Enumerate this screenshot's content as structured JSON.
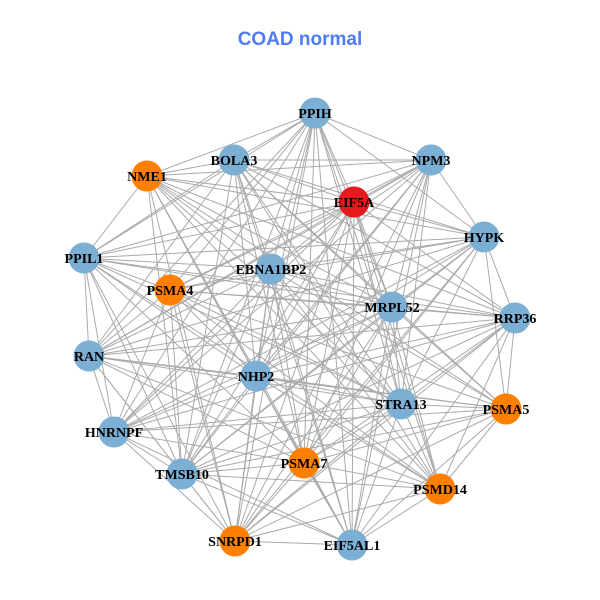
{
  "title": "COAD normal",
  "colors": {
    "normal": "#7BAFD4",
    "highlight": "#FF7F00",
    "hub": "#E41A1C",
    "edge": "#AAAAAA"
  },
  "nodes": [
    {
      "label": "PPIH",
      "group": "normal"
    },
    {
      "label": "BOLA3",
      "group": "normal"
    },
    {
      "label": "NPM3",
      "group": "normal"
    },
    {
      "label": "NME1",
      "group": "highlight"
    },
    {
      "label": "EIF5A",
      "group": "hub"
    },
    {
      "label": "HYPK",
      "group": "normal"
    },
    {
      "label": "PPIL1",
      "group": "normal"
    },
    {
      "label": "EBNA1BP2",
      "group": "normal"
    },
    {
      "label": "PSMA4",
      "group": "highlight"
    },
    {
      "label": "MRPL52",
      "group": "normal"
    },
    {
      "label": "RRP36",
      "group": "normal"
    },
    {
      "label": "RAN",
      "group": "normal"
    },
    {
      "label": "NHP2",
      "group": "normal"
    },
    {
      "label": "STRA13",
      "group": "normal"
    },
    {
      "label": "PSMA5",
      "group": "highlight"
    },
    {
      "label": "HNRNPF",
      "group": "normal"
    },
    {
      "label": "PSMA7",
      "group": "highlight"
    },
    {
      "label": "TMSB10",
      "group": "normal"
    },
    {
      "label": "PSMD14",
      "group": "highlight"
    },
    {
      "label": "SNRPD1",
      "group": "highlight"
    },
    {
      "label": "EIF5AL1",
      "group": "normal"
    }
  ],
  "adjacency": [
    [
      1,
      2,
      3,
      4,
      5,
      6,
      7,
      8,
      9,
      11,
      12,
      13,
      15,
      16,
      17,
      18,
      19,
      20
    ],
    [
      2,
      3,
      4,
      5,
      6,
      7,
      9,
      10,
      11,
      12,
      13,
      14,
      16,
      17,
      18,
      20
    ],
    [
      3,
      4,
      5,
      6,
      7,
      8,
      9,
      11,
      12,
      13,
      15,
      16,
      17,
      19,
      20
    ],
    [
      4,
      5,
      6,
      7,
      9,
      10,
      12,
      13,
      14,
      16,
      17,
      18,
      19,
      20
    ],
    [
      5,
      6,
      7,
      8,
      9,
      10,
      11,
      12,
      13,
      15,
      16,
      17,
      18,
      19,
      20
    ],
    [
      6,
      7,
      8,
      9,
      10,
      11,
      12,
      13,
      14,
      15,
      16,
      17,
      19
    ],
    [
      7,
      8,
      9,
      10,
      11,
      12,
      13,
      15,
      16,
      17,
      18,
      19
    ],
    [
      8,
      9,
      10,
      11,
      12,
      13,
      14,
      15,
      16,
      17,
      18,
      19,
      20
    ],
    [
      9,
      10,
      11,
      12,
      13,
      14,
      15,
      17,
      18,
      19
    ],
    [
      10,
      11,
      12,
      13,
      14,
      15,
      16,
      17,
      18,
      19,
      20
    ],
    [
      11,
      12,
      13,
      14,
      15,
      16,
      17,
      18,
      19,
      20
    ],
    [
      12,
      13,
      14,
      15,
      16,
      17,
      18,
      19
    ],
    [
      13,
      14,
      15,
      16,
      17,
      18,
      19,
      20
    ],
    [
      14,
      15,
      16,
      17,
      18,
      19,
      20
    ],
    [
      15,
      16,
      17,
      18,
      19,
      20
    ],
    [
      16,
      17,
      19,
      20
    ],
    [
      17,
      18,
      19,
      20
    ],
    [
      18,
      19,
      20
    ],
    [
      19,
      20
    ],
    [
      20
    ],
    []
  ]
}
